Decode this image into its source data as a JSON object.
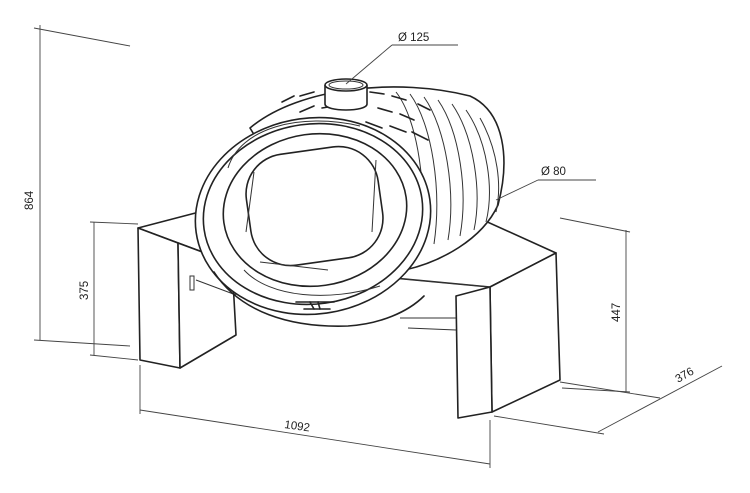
{
  "dimensions": {
    "flue_diameter": "Ø 125",
    "air_inlet_diameter": "Ø 80",
    "total_height": "864",
    "bench_height": "375",
    "bench_side_height": "447",
    "bench_depth": "376",
    "bench_width": "1092"
  }
}
